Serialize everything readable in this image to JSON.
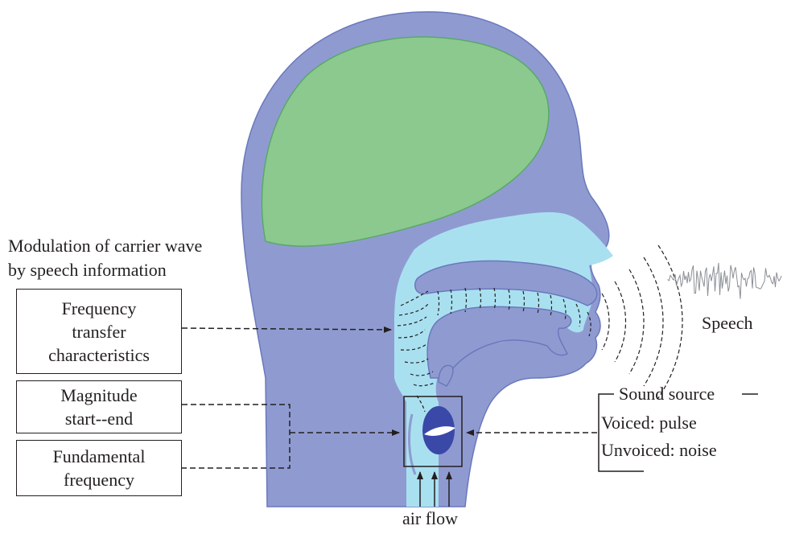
{
  "modulation_heading": {
    "line1": "Modulation of carrier wave",
    "line2": "by speech information"
  },
  "left_boxes": [
    {
      "lines": [
        "Frequency",
        "transfer",
        "characteristics"
      ]
    },
    {
      "lines": [
        "Magnitude",
        "start--end"
      ]
    },
    {
      "lines": [
        "Fundamental",
        "frequency"
      ]
    }
  ],
  "sound_source": {
    "title": "Sound source",
    "voiced": "Voiced: pulse",
    "unvoiced": "Unvoiced: noise"
  },
  "speech_label": "Speech",
  "airflow_label": "air flow",
  "colors": {
    "head": "#8f9bd0",
    "head_outline": "#6a78bd",
    "brain": "#8cc98f",
    "brain_outline": "#5aa86a",
    "tract": "#a9e0f0",
    "vocal_folds": "#3a48a8",
    "line": "#231f20",
    "waveform": "#8a8f94"
  }
}
